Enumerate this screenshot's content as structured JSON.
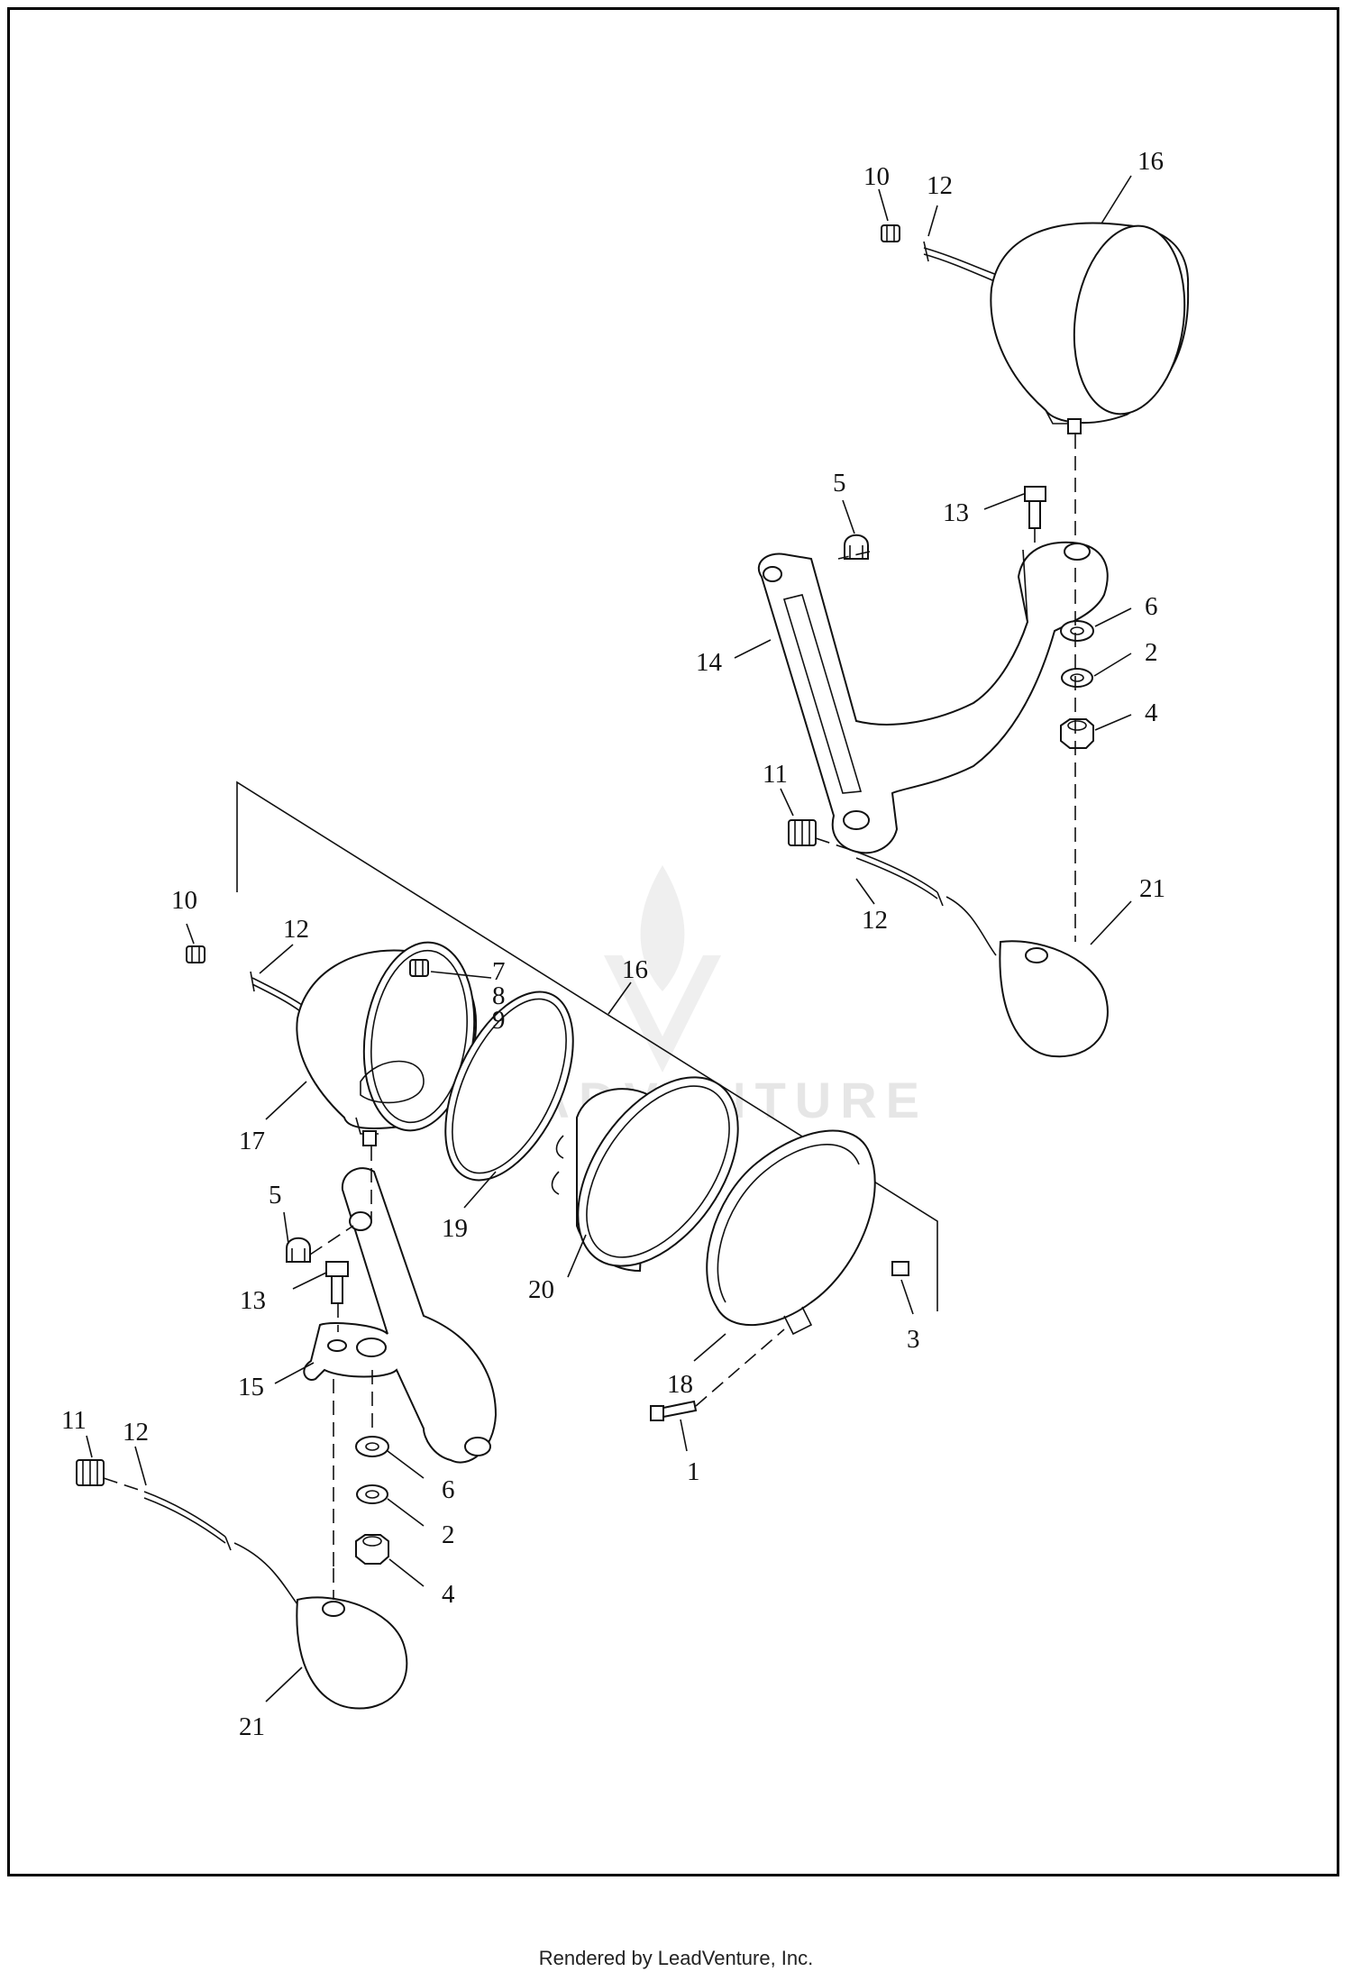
{
  "diagram": {
    "watermark_text": "LEADVENTURE",
    "callouts": [
      {
        "id": "c-10-top",
        "label": "10"
      },
      {
        "id": "c-12-top",
        "label": "12"
      },
      {
        "id": "c-16-top",
        "label": "16"
      },
      {
        "id": "c-5-top",
        "label": "5"
      },
      {
        "id": "c-13-top",
        "label": "13"
      },
      {
        "id": "c-6-top",
        "label": "6"
      },
      {
        "id": "c-14",
        "label": "14"
      },
      {
        "id": "c-2-top",
        "label": "2"
      },
      {
        "id": "c-4-top",
        "label": "4"
      },
      {
        "id": "c-11-top",
        "label": "11"
      },
      {
        "id": "c-21-top",
        "label": "21"
      },
      {
        "id": "c-12-mid",
        "label": "12"
      },
      {
        "id": "c-10-left",
        "label": "10"
      },
      {
        "id": "c-12-left",
        "label": "12"
      },
      {
        "id": "c-7",
        "label": "7"
      },
      {
        "id": "c-8",
        "label": "8"
      },
      {
        "id": "c-9",
        "label": "9"
      },
      {
        "id": "c-16-mid",
        "label": "16"
      },
      {
        "id": "c-17",
        "label": "17"
      },
      {
        "id": "c-5-left",
        "label": "5"
      },
      {
        "id": "c-19",
        "label": "19"
      },
      {
        "id": "c-13-left",
        "label": "13"
      },
      {
        "id": "c-20",
        "label": "20"
      },
      {
        "id": "c-3",
        "label": "3"
      },
      {
        "id": "c-18",
        "label": "18"
      },
      {
        "id": "c-15",
        "label": "15"
      },
      {
        "id": "c-1",
        "label": "1"
      },
      {
        "id": "c-11-left",
        "label": "11"
      },
      {
        "id": "c-12-bottom",
        "label": "12"
      },
      {
        "id": "c-6-bottom",
        "label": "6"
      },
      {
        "id": "c-2-bottom",
        "label": "2"
      },
      {
        "id": "c-4-bottom",
        "label": "4"
      },
      {
        "id": "c-21-bottom",
        "label": "21"
      }
    ]
  },
  "footer": {
    "text": "Rendered by LeadVenture, Inc."
  }
}
